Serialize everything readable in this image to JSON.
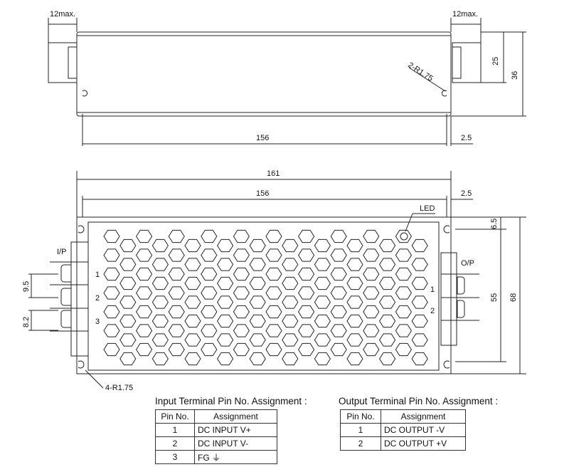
{
  "top_view": {
    "dims": {
      "left_terminal": "12max.",
      "right_terminal": "12max.",
      "length": "156",
      "offset": "2.5",
      "height_25": "25",
      "height_36": "36",
      "hole": "2-R1.75"
    }
  },
  "front_view": {
    "dims": {
      "overall": "161",
      "length": "156",
      "offset": "2.5",
      "top_hole": "6.5",
      "hole_span": "55",
      "height": "68",
      "pitch_1": "9.5",
      "pitch_2": "8.2",
      "holes": "4-R1.75"
    },
    "labels": {
      "led": "LED",
      "input": "I/P",
      "output": "O/P",
      "in_pins": [
        "1",
        "2",
        "3"
      ],
      "out_pins": [
        "1",
        "2"
      ]
    }
  },
  "input_table": {
    "title": "Input Terminal Pin No.  Assignment :",
    "headers": [
      "Pin No.",
      "Assignment"
    ],
    "rows": [
      [
        "1",
        "DC INPUT V+"
      ],
      [
        "2",
        "DC INPUT V-"
      ],
      [
        "3",
        "FG ⏚"
      ]
    ]
  },
  "output_table": {
    "title": "Output Terminal Pin No.  Assignment :",
    "headers": [
      "Pin No.",
      "Assignment"
    ],
    "rows": [
      [
        "1",
        "DC OUTPUT -V"
      ],
      [
        "2",
        "DC OUTPUT +V"
      ]
    ]
  }
}
